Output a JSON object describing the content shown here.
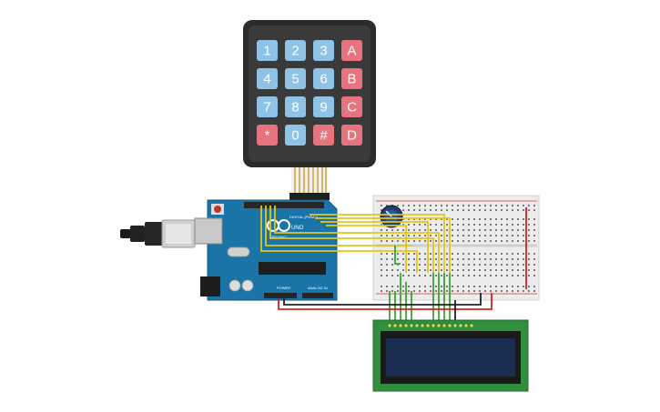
{
  "keypad": {
    "rows": [
      [
        "1",
        "2",
        "3",
        "A"
      ],
      [
        "4",
        "5",
        "6",
        "B"
      ],
      [
        "7",
        "8",
        "9",
        "C"
      ],
      [
        "*",
        "0",
        "#",
        "D"
      ]
    ]
  },
  "arduino": {
    "digital_label": "DIGITAL (PWM~)",
    "uno_label": "UNO",
    "arduino_label": "ARDUINO",
    "power_label": "POWER",
    "analog_label": "ANALOG IN"
  },
  "colors": {
    "keypad_body": "#2b2b2b",
    "key_blue": "#8ec2e6",
    "key_red": "#e7737f",
    "arduino_board": "#1a74a8",
    "breadboard": "#ececec",
    "lcd_board": "#2f8f3c",
    "lcd_screen": "#1c2d52",
    "wire_yellow": "#e3c619",
    "wire_green": "#3aa435",
    "wire_red": "#d62020",
    "wire_black": "#222222"
  }
}
